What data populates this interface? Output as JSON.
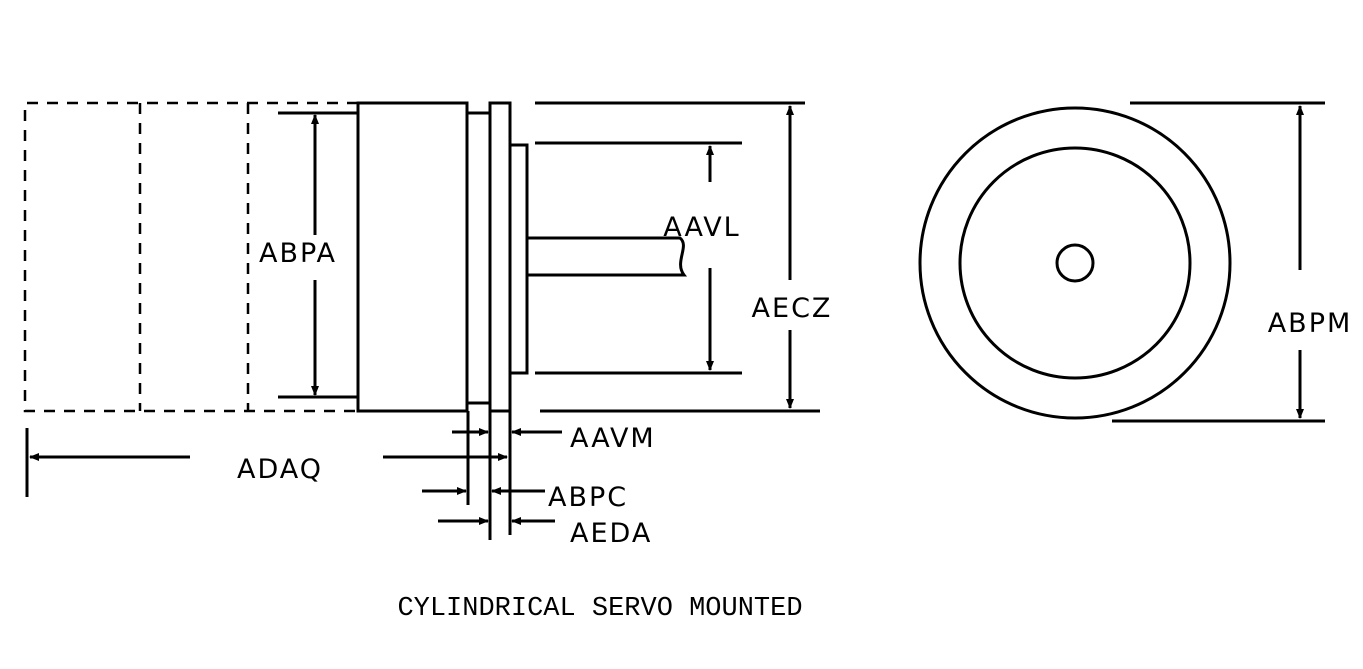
{
  "title": "CYLINDRICAL SERVO MOUNTED",
  "dimensions": {
    "abpa": "ABPA",
    "aavl": "AAVL",
    "aecz": "AECZ",
    "abpm": "ABPM",
    "adaq": "ADAQ",
    "aavm": "AAVM",
    "abpc": "ABPC",
    "aeda": "AEDA"
  }
}
